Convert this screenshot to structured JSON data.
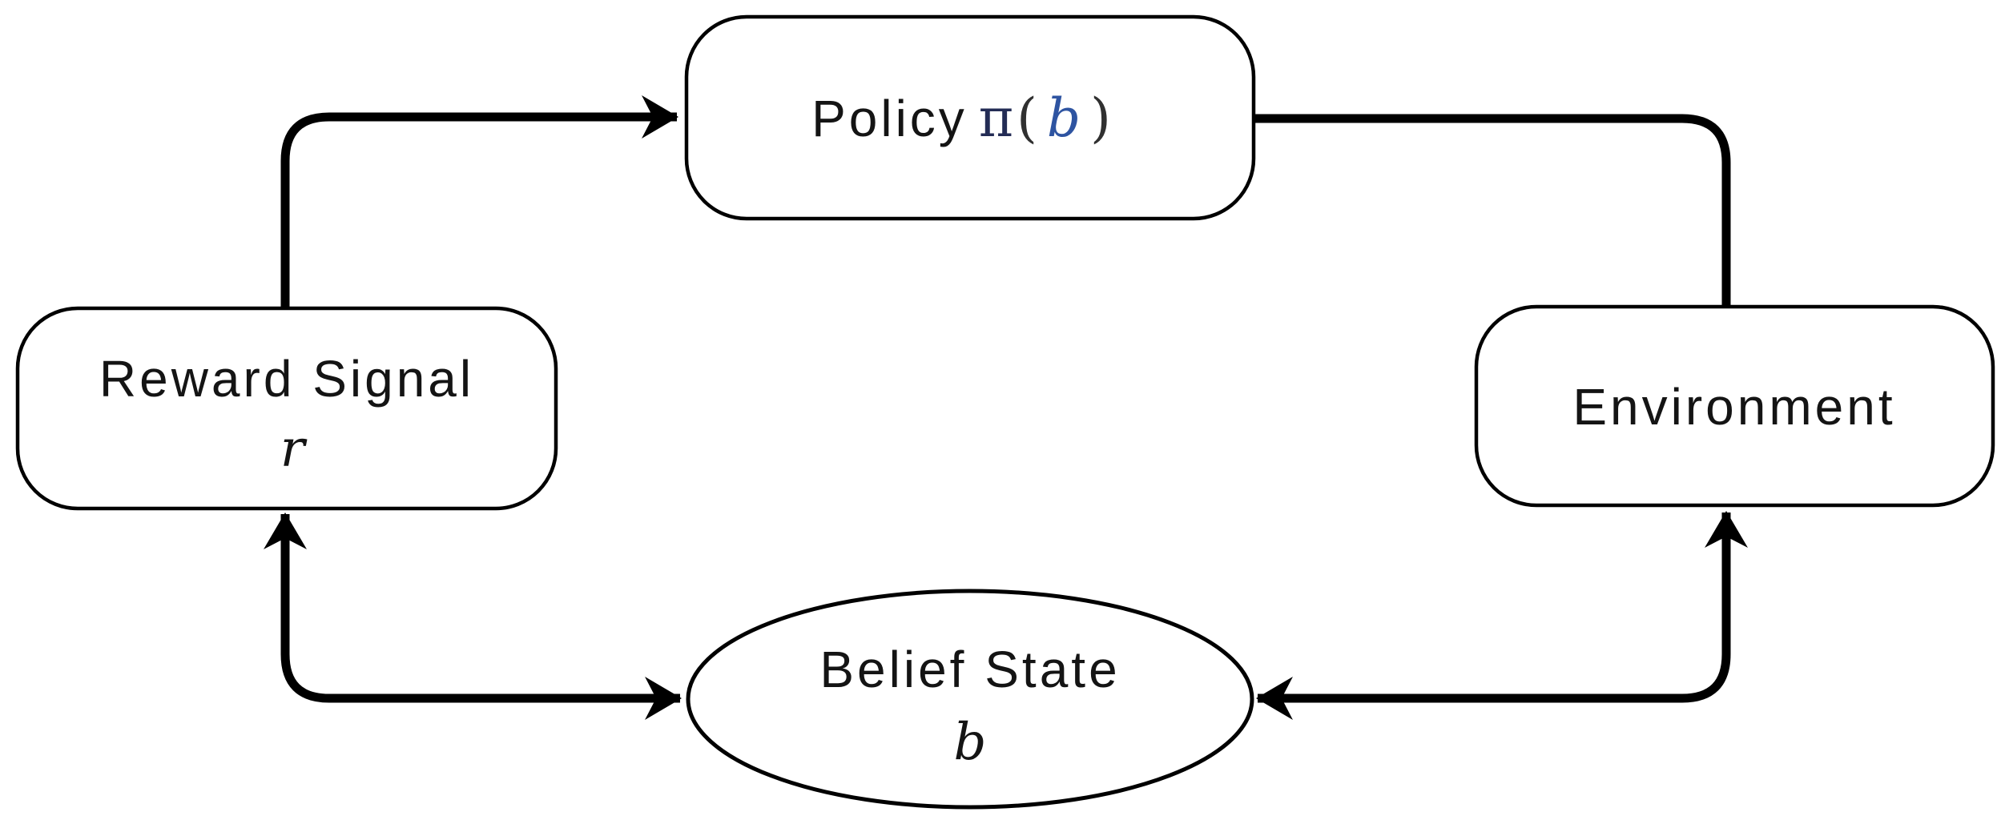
{
  "nodes": {
    "policy": {
      "label": "Policy",
      "formula": {
        "pi": "π",
        "open": "(",
        "b": "b",
        "close": ")"
      }
    },
    "reward_signal": {
      "label": "Reward Signal",
      "symbol": "r"
    },
    "environment": {
      "label": "Environment"
    },
    "belief_state": {
      "label": "Belief State",
      "symbol": "b"
    }
  },
  "edges": [
    {
      "from": "reward_signal",
      "to": "policy",
      "arrowheads": "end"
    },
    {
      "from": "policy",
      "to": "environment",
      "arrowheads": "none"
    },
    {
      "from": "belief_state",
      "to": "reward_signal",
      "arrowheads": "both"
    },
    {
      "from": "belief_state",
      "to": "environment",
      "arrowheads": "both"
    }
  ],
  "colors": {
    "line": "#000000",
    "node_fill": "#ffffff",
    "text": "#141414",
    "formula_pi": "#232c55",
    "formula_paren": "#303030",
    "formula_b": "#2e54a1"
  }
}
